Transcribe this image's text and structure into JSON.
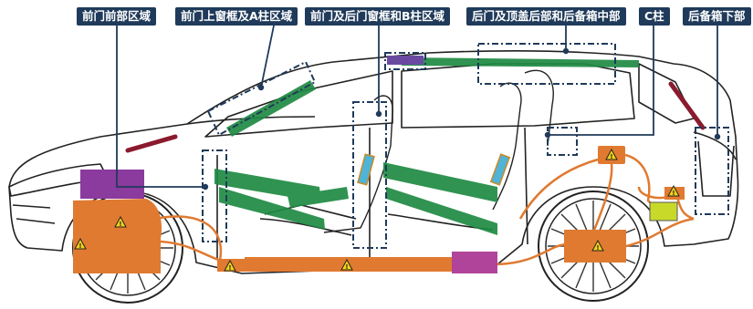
{
  "labels": {
    "front_door_front": "前门前部区域",
    "front_door_a_pillar": "前门上窗框及A柱区域",
    "front_rear_door_b_pillar": "前门及后门窗框和B柱区域",
    "rear_door_roof_trunk": "后门及顶盖后部和后备箱中部",
    "c_pillar": "C柱",
    "trunk_lower": "后备箱下部"
  },
  "colors": {
    "label_bg": "#1f3a5a",
    "label_text": "#ffffff",
    "zone_outline": "#1f3a5a",
    "hv_cable": "#e07a30",
    "reinforcement": "#1f8a43",
    "airbag_module": "#8b3a9e",
    "battery_section": "#b0449a",
    "gas_strut": "#8b1a2e",
    "low_voltage_battery": "#c8d92a",
    "seat_airbag": "#4fb4d8"
  },
  "icons": [
    "warning-triangle-icon",
    "wheel-icon"
  ]
}
